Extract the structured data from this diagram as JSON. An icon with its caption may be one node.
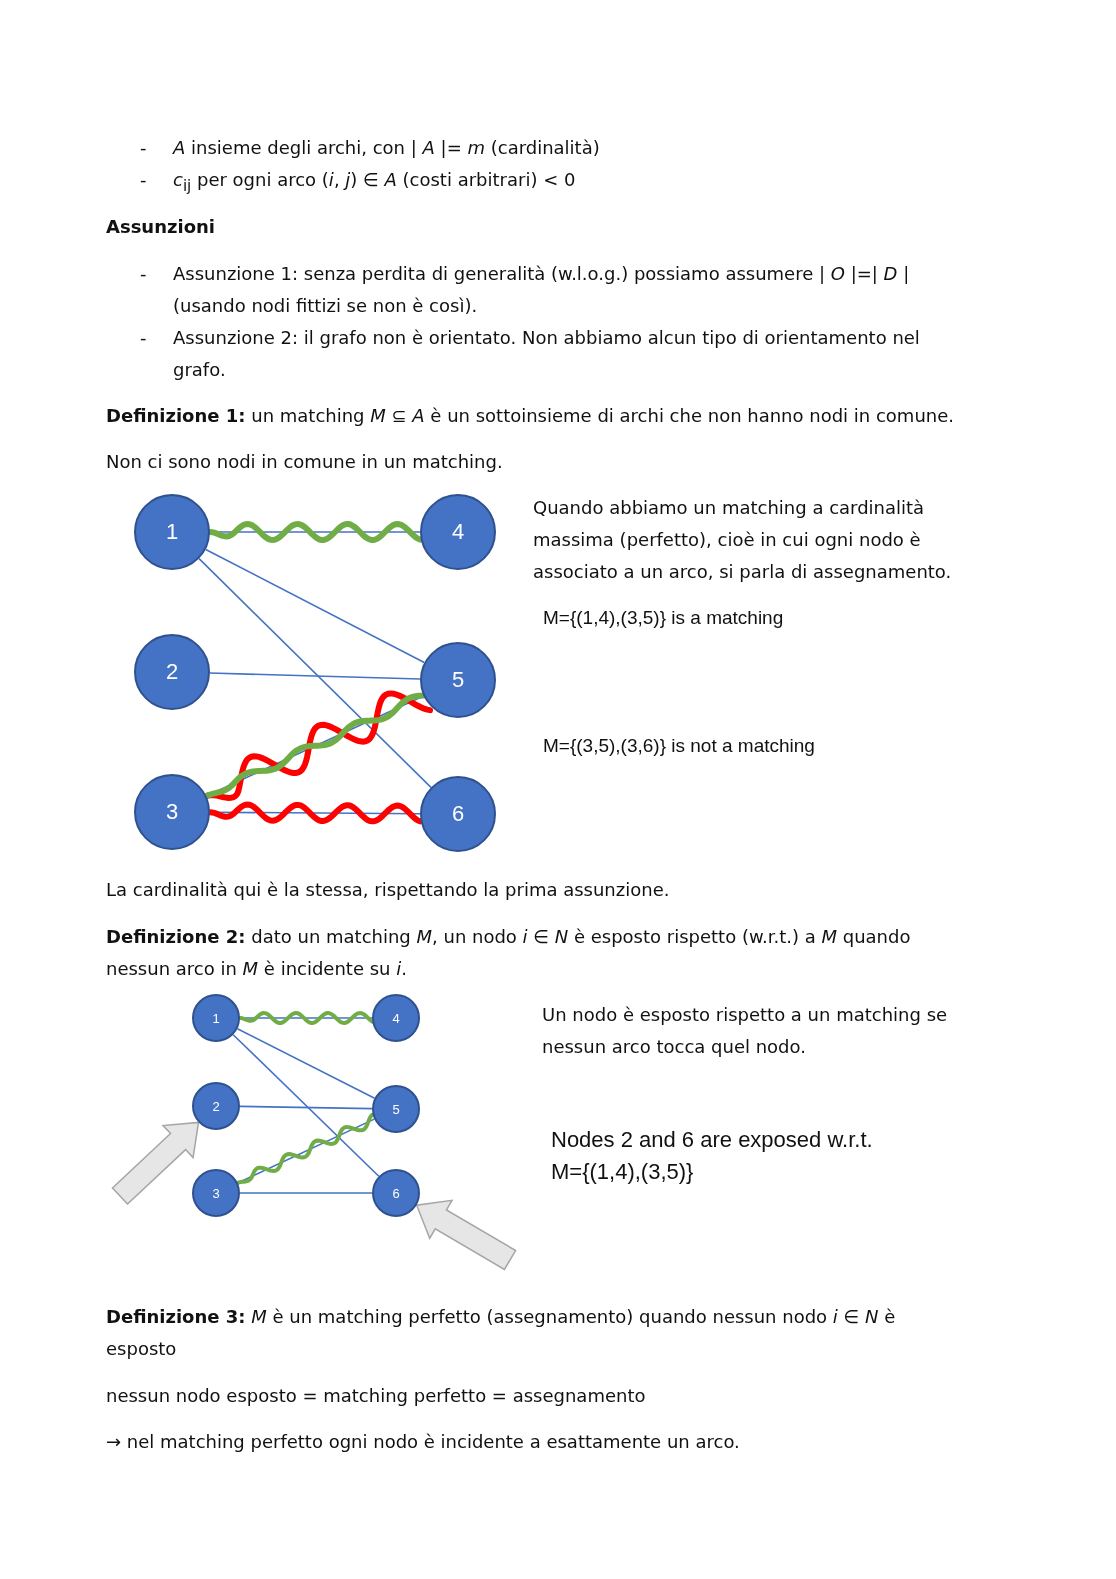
{
  "diagram": {
    "nodes": [
      {
        "text": [
          "1"
        ]
      },
      {
        "text": [
          "2"
        ]
      },
      {
        "text": [
          "3"
        ]
      },
      {
        "text": [
          "4"
        ]
      },
      {
        "text": [
          "5"
        ]
      },
      {
        "text": [
          "6"
        ]
      },
      {
        "text": [
          "1"
        ]
      },
      {
        "text": [
          "2"
        ]
      },
      {
        "text": [
          "3"
        ]
      },
      {
        "text": [
          "4"
        ]
      },
      {
        "text": [
          "5"
        ]
      },
      {
        "text": [
          "6"
        ]
      }
    ],
    "edges": [
      {
        "from": 0,
        "to": 3,
        "arrow": "none"
      },
      {
        "from": 0,
        "to": 4,
        "arrow": "none"
      },
      {
        "from": 0,
        "to": 5,
        "arrow": "none"
      },
      {
        "from": 1,
        "to": 4,
        "arrow": "none"
      },
      {
        "from": 2,
        "to": 4,
        "arrow": "none"
      },
      {
        "from": 2,
        "to": 5,
        "arrow": "none"
      },
      {
        "from": 0,
        "to": 3,
        "arrow": "none",
        "style": "thick",
        "color": "#70ad47"
      },
      {
        "from": 2,
        "to": 4,
        "arrow": "none",
        "style": "thick",
        "color": "#ff0000"
      },
      {
        "from": 2,
        "to": 4,
        "arrow": "none",
        "style": "thick",
        "color": "#70ad47"
      },
      {
        "from": 2,
        "to": 5,
        "arrow": "none",
        "style": "thick",
        "color": "#ff0000"
      },
      {
        "from": 6,
        "to": 9,
        "arrow": "none"
      },
      {
        "from": 6,
        "to": 10,
        "arrow": "none"
      },
      {
        "from": 6,
        "to": 11,
        "arrow": "none"
      },
      {
        "from": 7,
        "to": 10,
        "arrow": "none"
      },
      {
        "from": 8,
        "to": 10,
        "arrow": "none"
      },
      {
        "from": 8,
        "to": 11,
        "arrow": "none"
      },
      {
        "from": 6,
        "to": 9,
        "arrow": "none",
        "style": "thick",
        "color": "#70ad47"
      },
      {
        "from": 8,
        "to": 10,
        "arrow": "none",
        "style": "thick",
        "color": "#70ad47"
      },
      {
        "from": null,
        "to": 7,
        "arrow": "to",
        "style": "thick",
        "color": "#e7e6e6"
      },
      {
        "from": null,
        "to": 11,
        "arrow": "to",
        "style": "thick",
        "color": "#e7e6e6"
      }
    ],
    "labels": [
      "-",
      "*A* insieme degli archi, con | *A* |= *m* (cardinalità)",
      "-",
      "*c*$_{ij}$ per ogni arco (*i*, *j*) ∈ *A* (costi arbitrari) < 0",
      "Assunzioni",
      "-",
      "Assunzione 1: senza perdita di generalità (w.l.o.g.) possiamo assumere | *O* |=| *D* | (usando nodi fittizi se non è così).",
      "-",
      "Assunzione 2: il grafo non è orientato. Non abbiamo alcun tipo di orientamento nel grafo.",
      "**Definizione 1:** un matching *M* ⊆ *A* è un sottoinsieme di archi che non hanno nodi in comune.",
      "Non ci sono nodi in comune in un matching.",
      "Quando abbiamo un matching a cardinalità massima (perfetto), cioè in cui ogni nodo è associato a un arco, si parla di assegnamento.",
      "M={(1,4),(3,5)} is a matching",
      "M={(3,5),(3,6)} is not a matching",
      "La cardinalità qui è la stessa, rispettando la prima assunzione.",
      "**Definizione 2:** dato un matching *M*, un nodo *i* ∈ *N* è esposto rispetto (w.r.t.) a *M* quando nessun arco in *M* è incidente su *i*.",
      "Un nodo è esposto rispetto a un matching se nessun arco tocca quel nodo.",
      "Nodes 2 and 6 are exposed w.r.t. M={(1,4),(3,5)}",
      "**Definizione 3:** *M* è un matching perfetto (assegnamento) quando nessun nodo *i* ∈ *N* è esposto",
      "nessun nodo esposto = matching perfetto = assegnamento",
      "→ nel matching perfetto ogni nodo è incidente a esattamente un arco."
    ]
  }
}
